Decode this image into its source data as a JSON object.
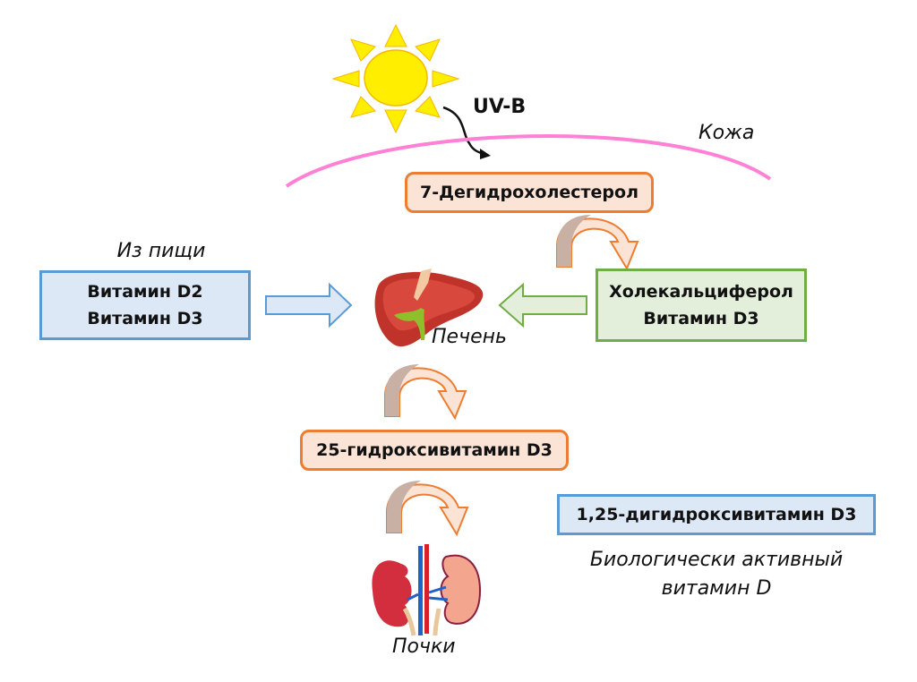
{
  "diagram": {
    "sun_label": "UV-B",
    "skin_label": "Кожа",
    "food_label": "Из пищи",
    "liver_label": "Печень",
    "kidney_label": "Почки",
    "nodes": {
      "dehydrocholesterol": "7-Дегидрохолестерол",
      "food_line1": "Витамин D2",
      "food_line2": "Витамин D3",
      "chole_line1": "Холекальциферол",
      "chole_line2": "Витамин D3",
      "hydroxy25": "25-гидроксивитамин D3",
      "dihydroxy": "1,25-дигидроксивитамин D3"
    },
    "active_label_line1": "Биологически активный",
    "active_label_line2": "витамин D",
    "colors": {
      "orange": "#ed7d31",
      "orange_fill": "#fbe3d6",
      "blue": "#5b9bd5",
      "blue_fill": "#dde8f6",
      "green": "#70ad47",
      "green_fill": "#e3efda",
      "skin": "#ff80d5",
      "sun": "#ffee00"
    }
  }
}
